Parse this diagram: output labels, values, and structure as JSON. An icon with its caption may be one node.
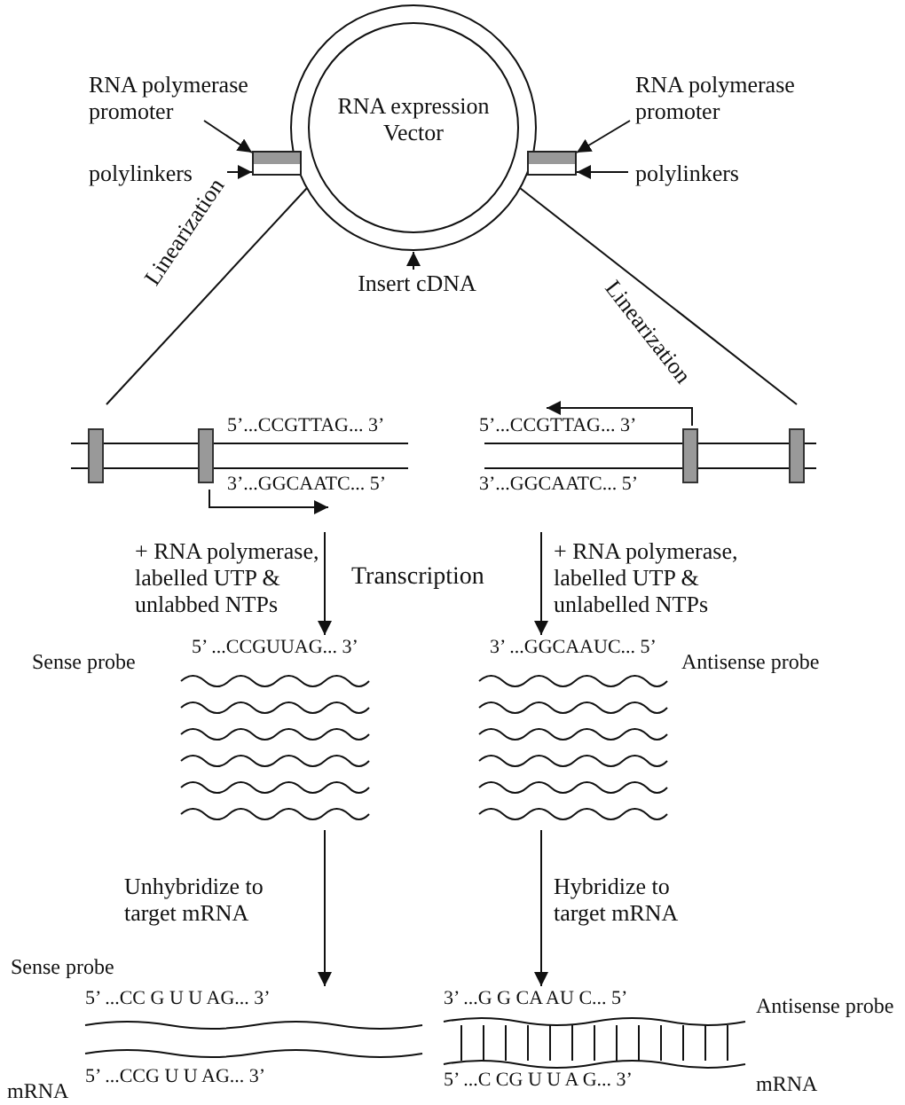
{
  "diagram": {
    "nodes": [
      {
        "text": [
          "RNA expression Vector"
        ]
      },
      {
        "text": [
          "RNA polymerase promoter"
        ]
      },
      {
        "text": [
          "polylinkers"
        ]
      },
      {
        "text": [],
        "shape": "bar"
      },
      {
        "text": [
          "RNA polymerase promoter"
        ]
      },
      {
        "text": [
          "polylinkers"
        ]
      },
      {
        "text": [],
        "shape": "bar"
      },
      {
        "text": [
          "Insert cDNA"
        ]
      },
      {
        "text": [
          "5’...CCGTTAG... 3’",
          "3’...GGCAATC... 5’"
        ]
      },
      {
        "text": [
          "5’...CCGTTAG... 3’",
          "3’...GGCAATC... 5’"
        ]
      },
      {
        "text": [
          "5’ ...CCGUUAG... 3’"
        ],
        "beside": [
          "Sense probe"
        ]
      },
      {
        "text": [
          "3’ ...GGCAAUC... 5’"
        ],
        "beside": [
          "Antisense probe"
        ]
      },
      {
        "text": [
          "5’ ...CC G U U AG... 3’",
          "5’ ...CCG U U AG... 3’"
        ],
        "beside": [
          "Sense probe",
          "mRNA"
        ]
      },
      {
        "text": [
          "3’ ...G G CA AU C... 5’",
          "5’ ...C CG U U A G... 3’"
        ],
        "beside": [
          "Antisense probe",
          "mRNA"
        ]
      }
    ],
    "edges": [
      {
        "from": 1,
        "to": 3,
        "arrow": "to"
      },
      {
        "from": 2,
        "to": 3,
        "arrow": "to"
      },
      {
        "from": 4,
        "to": 6,
        "arrow": "to"
      },
      {
        "from": 5,
        "to": 6,
        "arrow": "to"
      },
      {
        "from": 7,
        "to": 0,
        "arrow": "to"
      },
      {
        "from": 0,
        "to": 8,
        "arrow": "none",
        "label": "Linearization"
      },
      {
        "from": 0,
        "to": 9,
        "arrow": "none",
        "label": "Linearization"
      },
      {
        "from": 8,
        "to": 10,
        "arrow": "to",
        "label": "+ RNA polymerase, labelled UTP & unlabbed NTPs"
      },
      {
        "from": 9,
        "to": 11,
        "arrow": "to",
        "label": "+ RNA polymerase, labelled UTP & unlabelled NTPs"
      },
      {
        "from": 10,
        "to": 12,
        "arrow": "to",
        "label": "Unhybridize to target mRNA"
      },
      {
        "from": 11,
        "to": 13,
        "arrow": "to",
        "label": "Hybridize to target mRNA"
      }
    ],
    "labels": [
      "Transcription"
    ]
  }
}
